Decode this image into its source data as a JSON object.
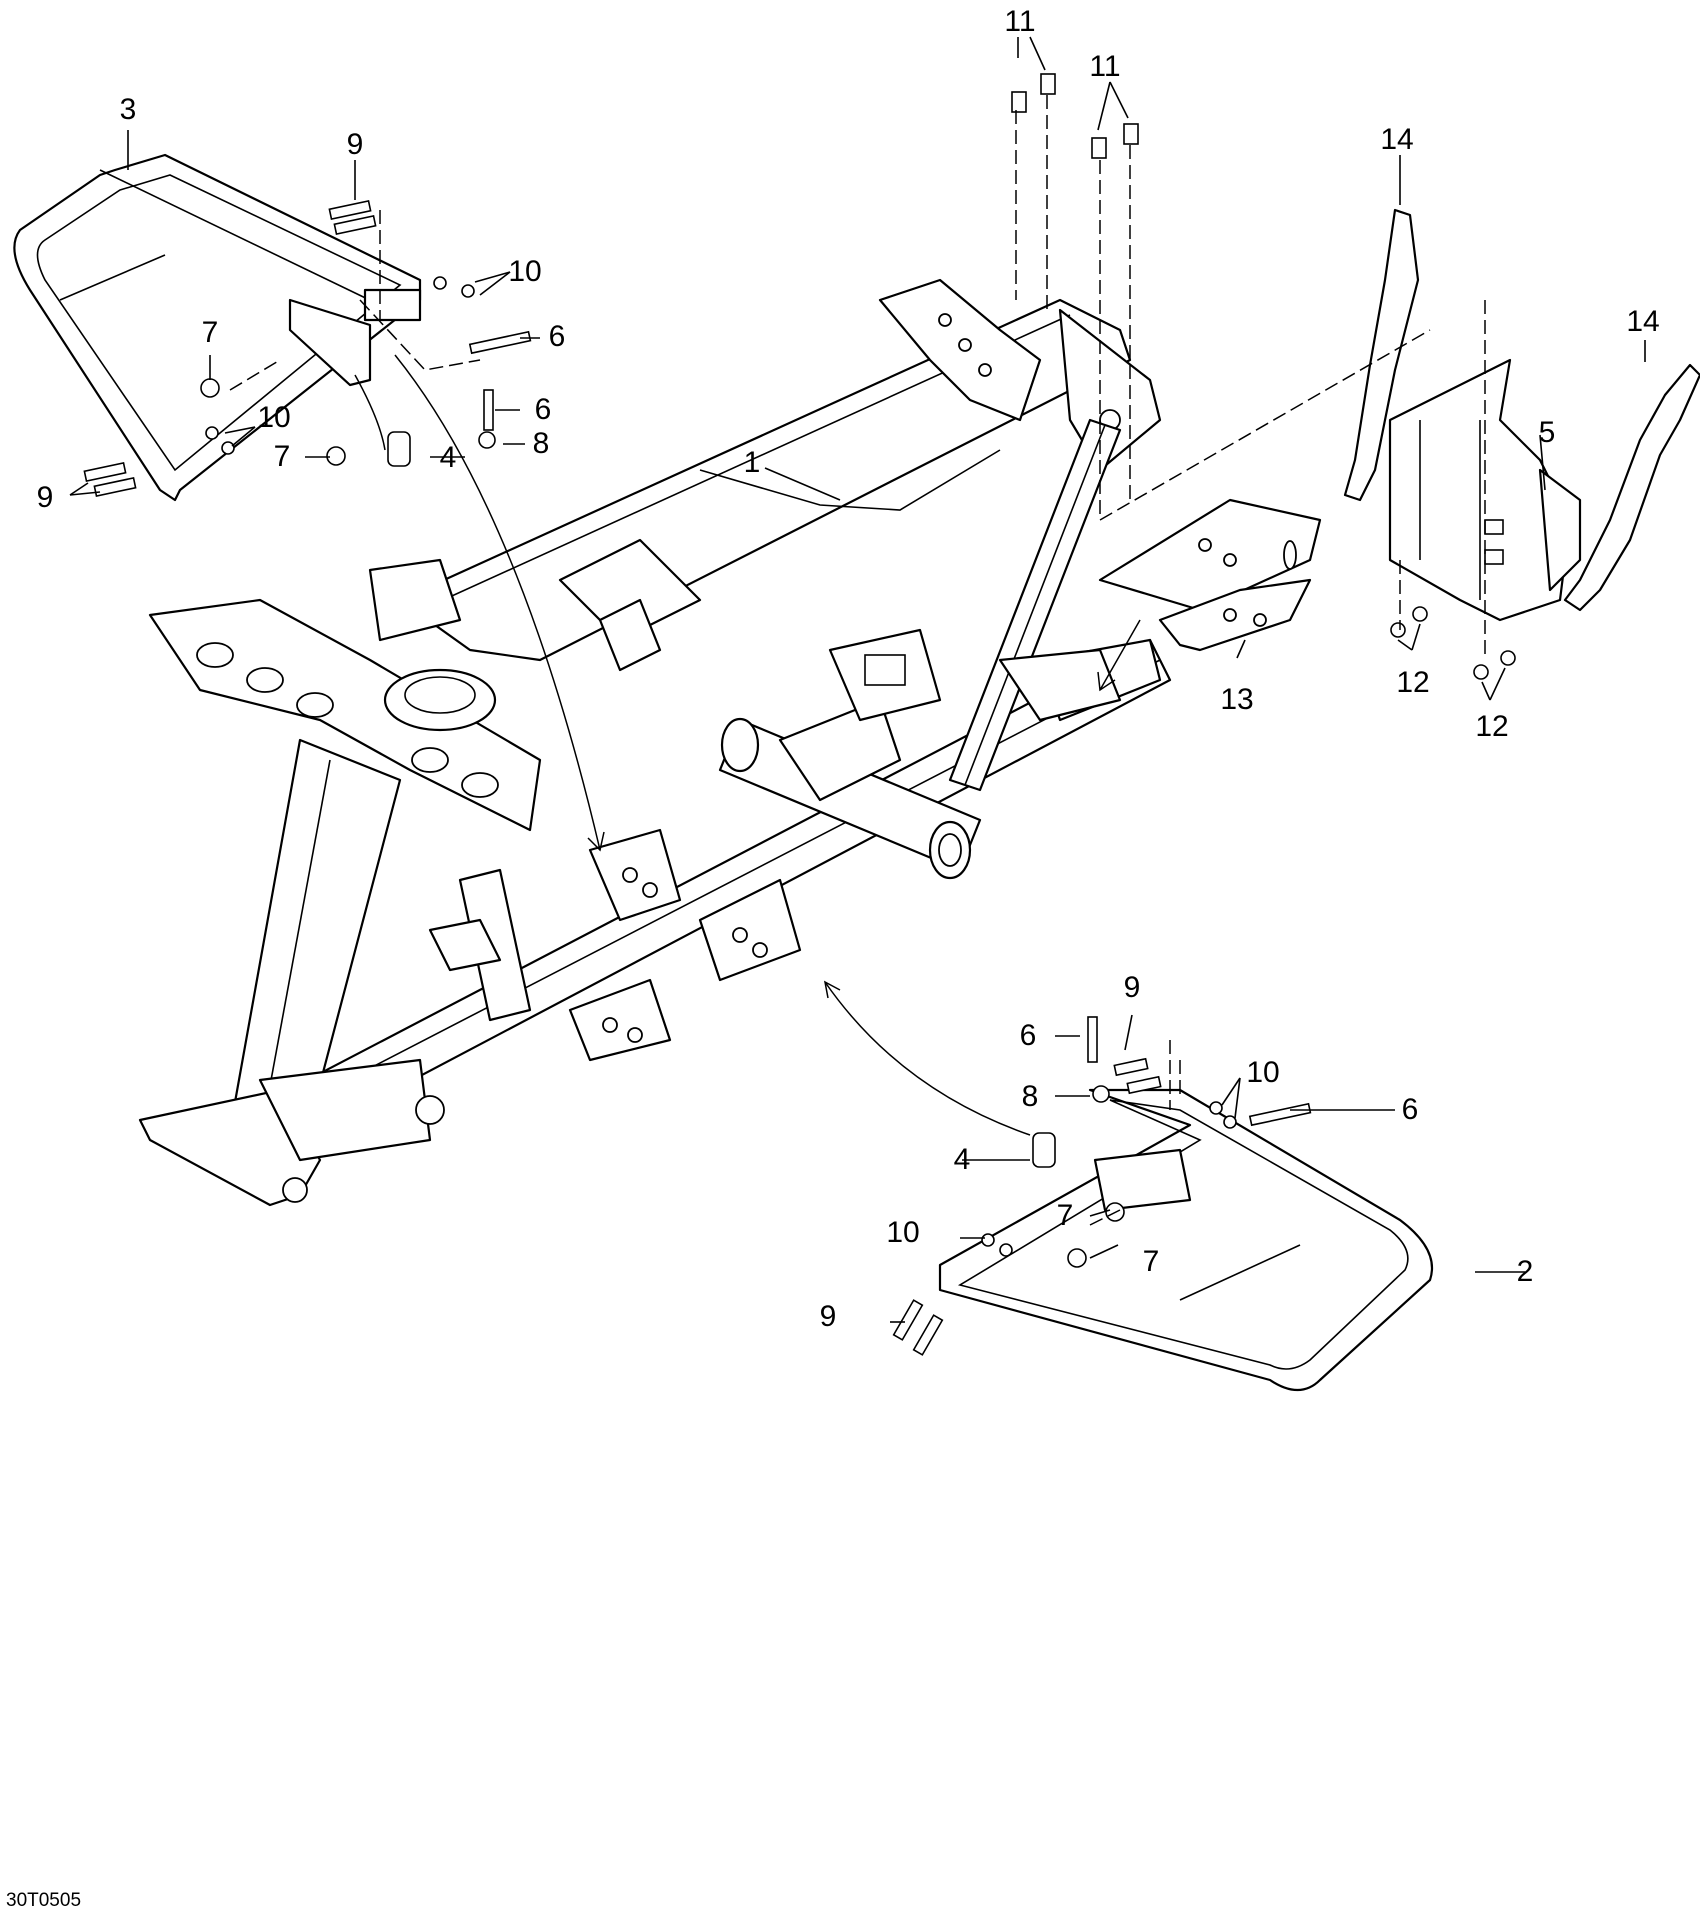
{
  "figure_code": "30T0505",
  "callouts": {
    "c1": "1",
    "c2": "2",
    "c3": "3",
    "c4a": "4",
    "c4b": "4",
    "c5": "5",
    "c6a": "6",
    "c6b": "6",
    "c6c": "6",
    "c6d": "6",
    "c7a": "7",
    "c7b": "7",
    "c7c": "7",
    "c7d": "7",
    "c8a": "8",
    "c8b": "8",
    "c9a": "9",
    "c9b": "9",
    "c9c": "9",
    "c9d": "9",
    "c10a": "10",
    "c10b": "10",
    "c10c": "10",
    "c10d": "10",
    "c11a": "11",
    "c11b": "11",
    "c12a": "12",
    "c12b": "12",
    "c13": "13",
    "c14a": "14",
    "c14b": "14"
  },
  "colors": {
    "line": "#000000",
    "background": "#ffffff"
  }
}
